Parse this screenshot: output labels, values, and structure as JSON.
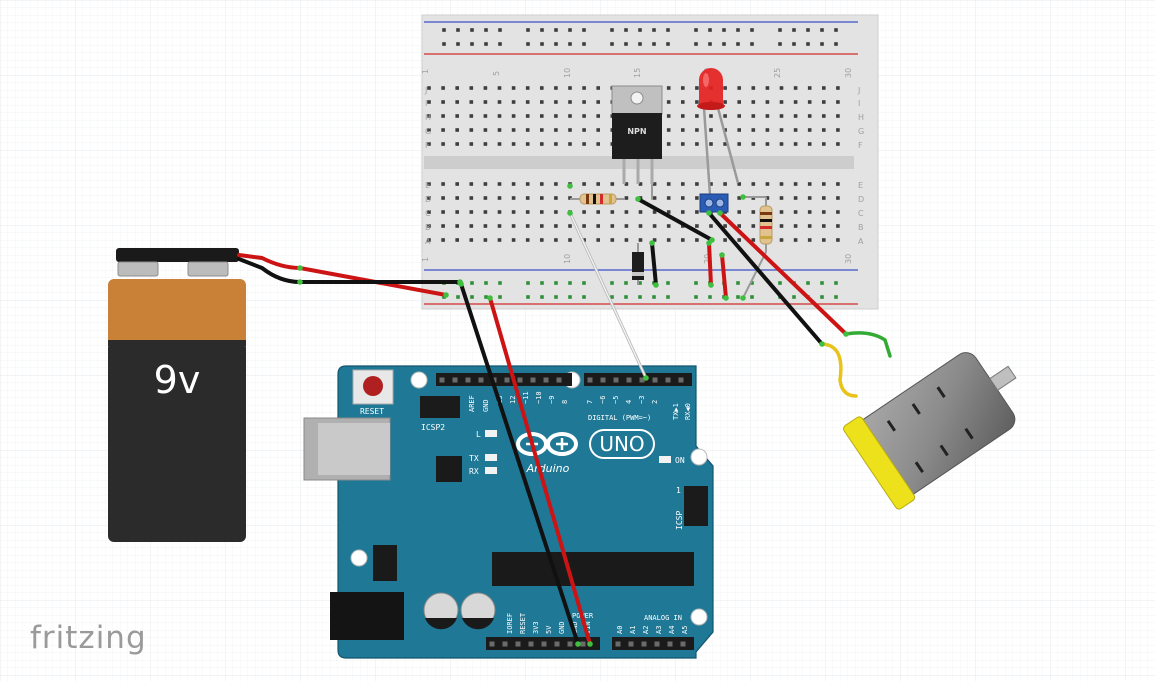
{
  "app": {
    "brand": "fritzing"
  },
  "battery": {
    "label": "9v"
  },
  "breadboard": {
    "column_numbers": [
      "1",
      "5",
      "10",
      "15",
      "20",
      "25",
      "30"
    ],
    "row_letters_top": [
      "J",
      "I",
      "H",
      "G",
      "F"
    ],
    "row_letters_bottom": [
      "E",
      "D",
      "C",
      "B",
      "A"
    ]
  },
  "transistor": {
    "label": "NPN"
  },
  "arduino": {
    "reset_label": "RESET",
    "icsp2_label": "ICSP2",
    "aref_label": "AREF",
    "gnd_label": "GND",
    "digital_header_label": "DIGITAL (PWM=~)",
    "tx_label": "TX▶1",
    "rx_label": "RX◀0",
    "led_l_label": "L",
    "led_tx_label": "TX",
    "led_rx_label": "RX",
    "on_label": "ON",
    "uno_label": "UNO",
    "arduino_label": "Arduino",
    "icsp_label": "ICSP",
    "icsp_pin1_label": "1",
    "power_header_label": "POWER",
    "analog_header_label": "ANALOG IN",
    "power_pins": [
      "IOREF",
      "RESET",
      "3V3",
      "5V",
      "GND",
      "GND",
      "VIN"
    ],
    "analog_pins": [
      "A0",
      "A1",
      "A2",
      "A3",
      "A4",
      "A5"
    ],
    "digital_pins_left": [
      "13",
      "12",
      "~11",
      "~10",
      "~9",
      "8"
    ],
    "digital_pins_right": [
      "7",
      "~6",
      "~5",
      "4",
      "~3",
      "2"
    ]
  },
  "colors": {
    "breadboard": "#e4e4e4",
    "arduino_board": "#1e7896",
    "wire_red": "#cc1414",
    "wire_black": "#111111",
    "wire_green": "#33aa33",
    "wire_yellow": "#e8c31a",
    "led": "#e52121",
    "battery_top": "#c98138",
    "battery_bottom": "#2b2b2b",
    "motor_body": "#888888",
    "motor_cap": "#ece11a"
  }
}
